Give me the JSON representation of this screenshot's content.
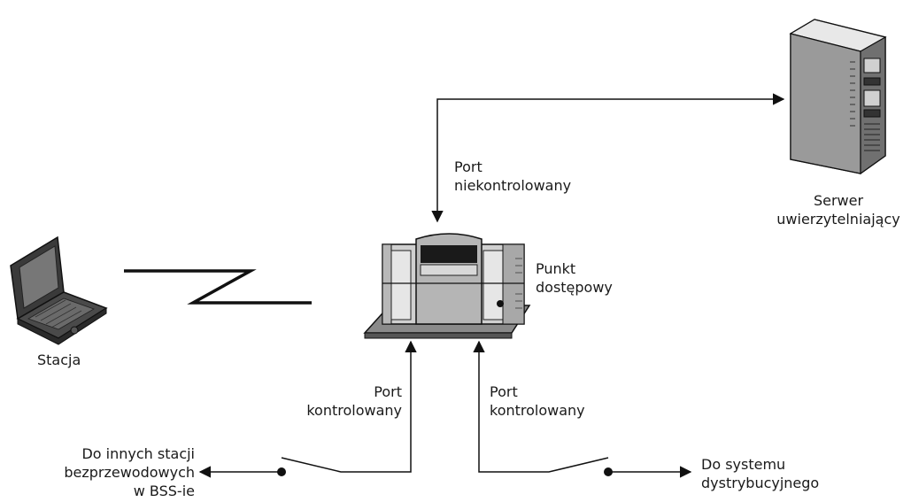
{
  "labels": {
    "station": "Stacja",
    "access_point": [
      "Punkt",
      "dostępowy"
    ],
    "auth_server": [
      "Serwer",
      "uwierzytelniający"
    ],
    "uncontrolled_port": [
      "Port",
      "niekontrolowany"
    ],
    "controlled_port_left": [
      "Port",
      "kontrolowany"
    ],
    "controlled_port_right": [
      "Port",
      "kontrolowany"
    ],
    "to_other_stations": [
      "Do innych stacji",
      "bezprzewodowych",
      "w BSS-ie"
    ],
    "to_distribution_system": [
      "Do systemu",
      "dystrybucyjnego"
    ]
  },
  "icons": {
    "station": "laptop-icon",
    "access_point": "access-point-icon",
    "auth_server": "server-tower-icon"
  }
}
